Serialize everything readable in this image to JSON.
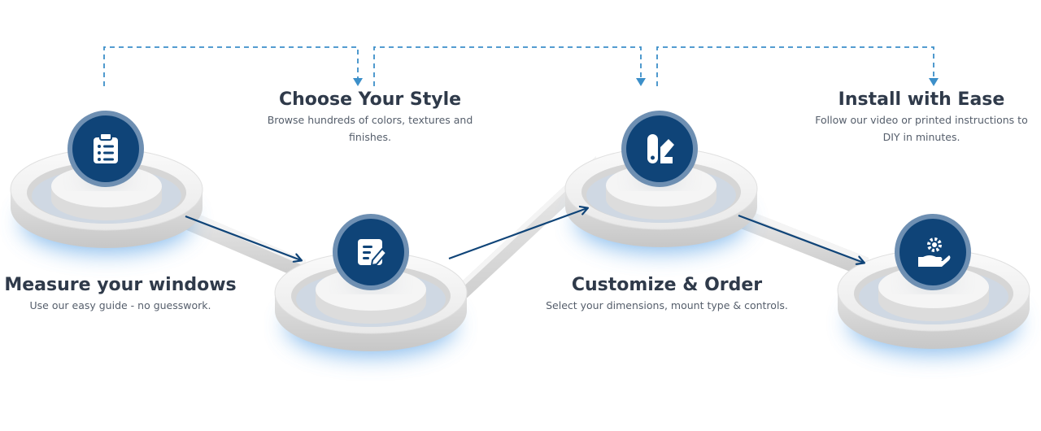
{
  "colors": {
    "badge_fill": "#0f4478",
    "badge_ring": "#6e8fb2",
    "arrow": "#0f4478",
    "dashed_connector": "#3c8fc9",
    "glow": "#5fa4e6"
  },
  "steps": [
    {
      "title": "Measure your windows",
      "description": "Use our easy guide - no guesswork.",
      "icon": "clipboard-list-icon"
    },
    {
      "title": "Choose Your Style",
      "description": "Browse hundreds of colors, textures and finishes.",
      "icon": "edit-note-icon"
    },
    {
      "title": "Customize & Order",
      "description": "Select your dimensions, mount type & controls.",
      "icon": "swatch-icon"
    },
    {
      "title": "Install with Ease",
      "description": "Follow our video or printed instructions to DIY in minutes.",
      "icon": "hand-gear-icon"
    }
  ]
}
